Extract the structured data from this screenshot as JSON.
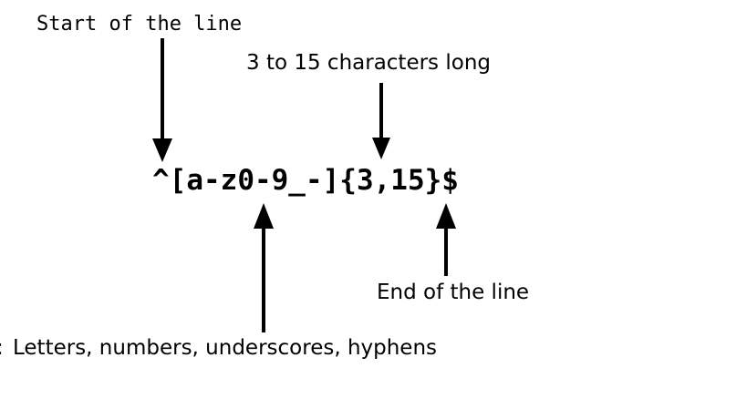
{
  "diagram": {
    "title_text": "^[a-z0-9_-]{3,15}$",
    "background_color": "#ffffff",
    "ink_color": "#000000",
    "annotations": [
      {
        "id": "start-of-line",
        "label": "Start of the line",
        "font": "mono",
        "arrow_direction": "down"
      },
      {
        "id": "length-range",
        "label": "3 to 15 characters long",
        "font": "sans",
        "arrow_direction": "down"
      },
      {
        "id": "character-class",
        "label": "Letters, numbers, underscores, hyphens",
        "font": "sans",
        "arrow_direction": "up"
      },
      {
        "id": "end-of-line",
        "label": "End of the line",
        "font": "sans",
        "arrow_direction": "up"
      }
    ],
    "clipped_left_glyph": ":"
  }
}
